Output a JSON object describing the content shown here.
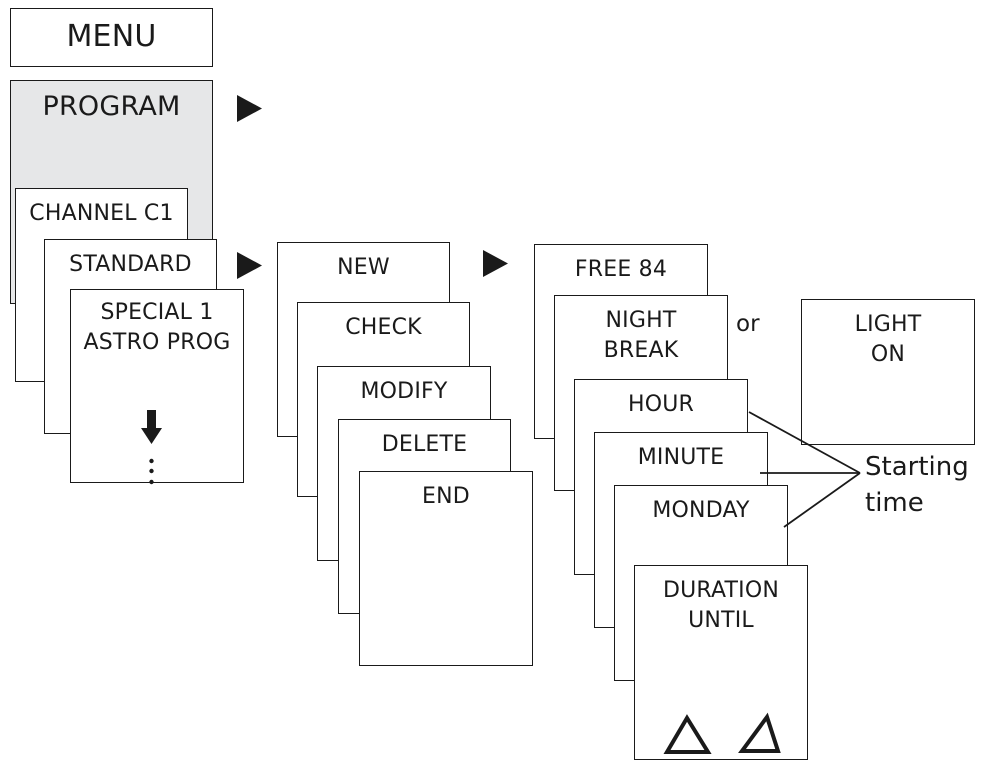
{
  "menu": {
    "title": "MENU"
  },
  "program": {
    "label": "PROGRAM"
  },
  "column1": {
    "channel": "CHANNEL C1",
    "standard": "STANDARD",
    "special_line1": "SPECIAL 1",
    "special_line2": "ASTRO PROG"
  },
  "column2": {
    "new": "NEW",
    "check": "CHECK",
    "modify": "MODIFY",
    "delete": "DELETE",
    "end": "END"
  },
  "column3": {
    "free": "FREE 84",
    "night_line1": "NIGHT",
    "night_line2": "BREAK",
    "hour": "HOUR",
    "minute": "MINUTE",
    "monday": "MONDAY",
    "duration_line1": "DURATION",
    "duration_line2": "UNTIL"
  },
  "alternative": {
    "or": "or",
    "light_line1": "LIGHT",
    "light_line2": "ON"
  },
  "annotation": {
    "line1": "Starting",
    "line2": "time"
  },
  "icons": [
    "arrow-right-icon",
    "arrow-down-icon",
    "ellipsis-vertical-icon",
    "triangle-up-icon"
  ]
}
